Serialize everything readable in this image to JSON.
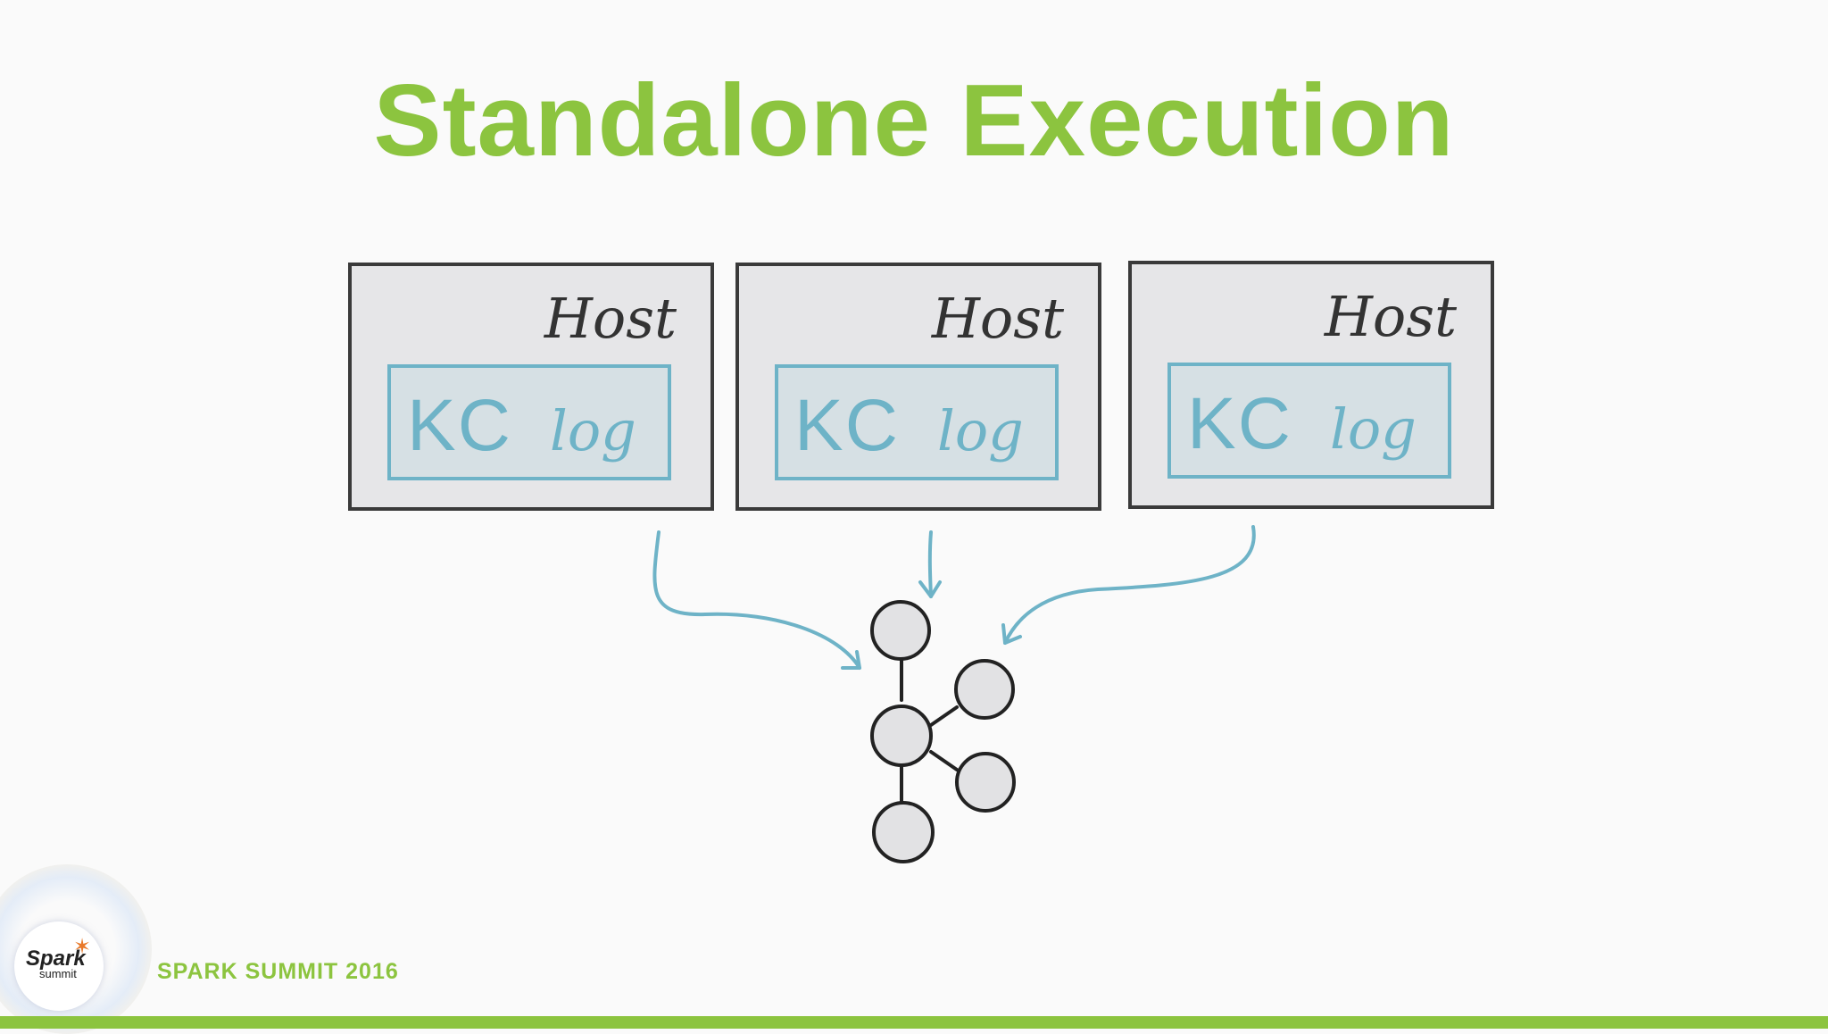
{
  "title": "Standalone Execution",
  "hosts": [
    {
      "label": "Host",
      "kc": "KC",
      "log": "log"
    },
    {
      "label": "Host",
      "kc": "KC",
      "log": "log"
    },
    {
      "label": "Host",
      "kc": "KC",
      "log": "log"
    }
  ],
  "footer": {
    "event": "SPARK SUMMIT 2016",
    "logo_word": "Spark",
    "logo_sub": "summit"
  },
  "colors": {
    "title_green": "#8cc43f",
    "accent_blue": "#6eb3c7",
    "box_gray": "#e6e6e8",
    "ink": "#333333"
  }
}
